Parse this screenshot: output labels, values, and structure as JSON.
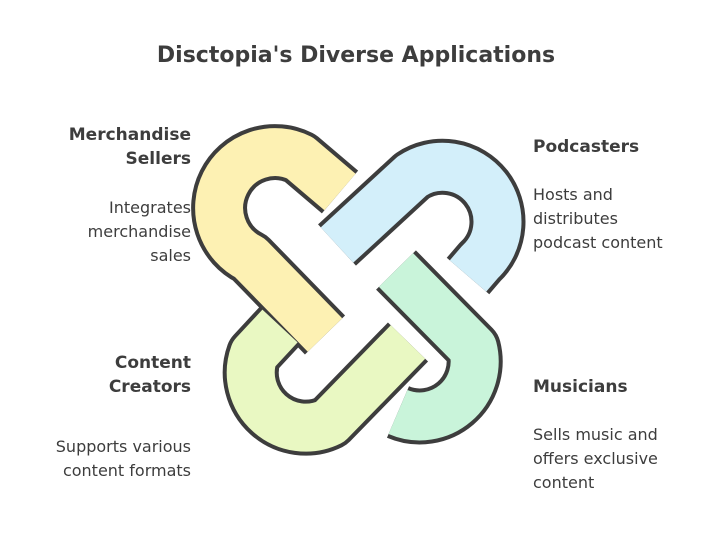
{
  "title": "Disctopia's Diverse Applications",
  "segments": [
    {
      "id": "merchandise",
      "heading": [
        "Merchandise",
        "Sellers"
      ],
      "description": [
        "Integrates",
        "merchandise",
        "sales"
      ],
      "color": "#fdf1b3"
    },
    {
      "id": "podcasters",
      "heading": [
        "Podcasters"
      ],
      "description": [
        "Hosts and",
        "distributes",
        "podcast content"
      ],
      "color": "#d3effa"
    },
    {
      "id": "content",
      "heading": [
        "Content",
        "Creators"
      ],
      "description": [
        "Supports various",
        "content formats"
      ],
      "color": "#e9f8c2"
    },
    {
      "id": "musicians",
      "heading": [
        "Musicians"
      ],
      "description": [
        "Sells music and",
        "offers exclusive",
        "content"
      ],
      "color": "#c9f4da"
    }
  ],
  "stroke_color": "#3d3d3d"
}
